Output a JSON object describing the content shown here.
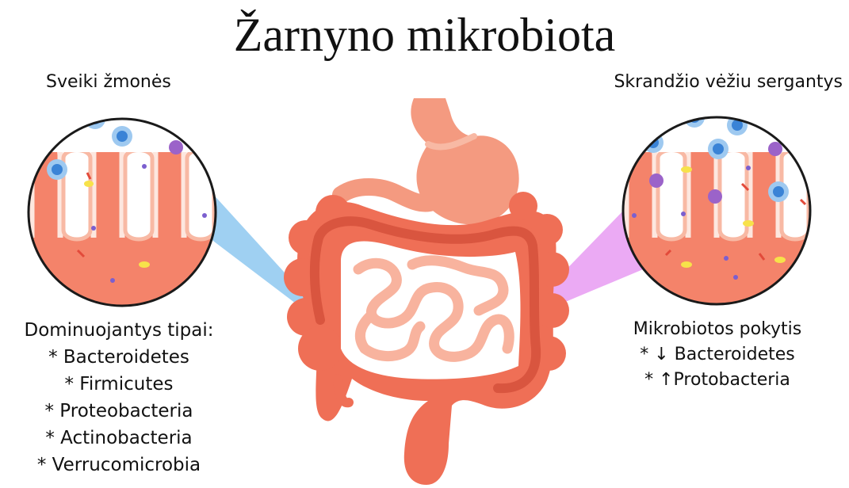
{
  "title": "Žarnyno mikrobiota",
  "left_panel": {
    "heading": "Sveiki žmonės",
    "list_title": "Dominuojantys tipai:",
    "items": [
      "* Bacteroidetes",
      "* Firmicutes",
      "* Proteobacteria",
      "* Actinobacteria",
      "* Verrucomicrobia"
    ],
    "beam_color": "#8ec8f0"
  },
  "right_panel": {
    "heading": "Skrandžio vėžiu sergantys",
    "list_title": "Mikrobiotos pokytis",
    "items": [
      "* ↓ Bacteroidetes",
      "* ↑Protobacteria"
    ],
    "beam_color": "#e79bf2"
  },
  "colors": {
    "tissue": "#f4836a",
    "tissue_light": "#f8b9a4",
    "lining": "#fde7df",
    "stomach": "#f49a80",
    "colon": "#ef6f56",
    "colon_dark": "#d9553f",
    "small_intestine": "#f8b39e",
    "immune_cell": "#3a83d6",
    "purple_microbe": "#9b63c9",
    "yellow_microbe": "#f7e24a",
    "red_microbe": "#e24a3a"
  }
}
